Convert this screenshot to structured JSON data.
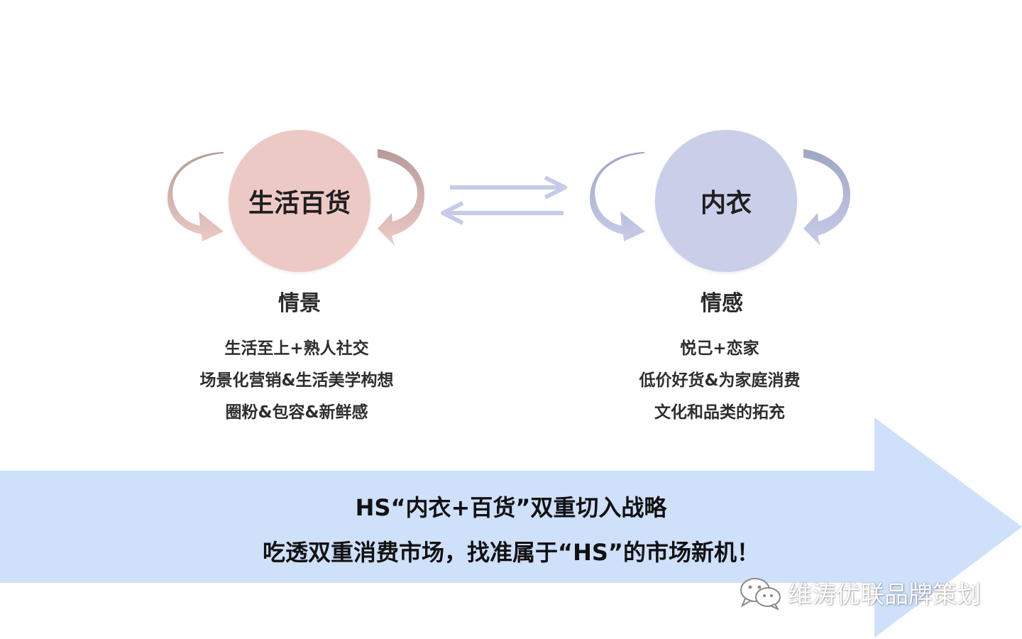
{
  "colors": {
    "left_circle": "#edc9c6",
    "left_arrows": "#c8a5a2",
    "right_circle": "#c9cee9",
    "right_arrows": "#a8b0d2",
    "exchange_arrows": "#c5cbe8",
    "banner": "#cfe0fb"
  },
  "left": {
    "circle_label": "生活百货",
    "heading": "情景",
    "lines": [
      "生活至上+熟人社交",
      "场景化营销&生活美学构想",
      "圈粉&包容&新鲜感"
    ]
  },
  "right": {
    "circle_label": "内衣",
    "heading": "情感",
    "lines": [
      "悦己+恋家",
      "低价好货&为家庭消费",
      "文化和品类的拓充"
    ]
  },
  "banner": {
    "line1": "HS“内衣+百货”双重切入战略",
    "line2": "吃透双重消费市场，找准属于“HS”的市场新机！"
  },
  "watermark": {
    "icon": "wechat-icon",
    "text": "维涛优联品牌策划"
  }
}
